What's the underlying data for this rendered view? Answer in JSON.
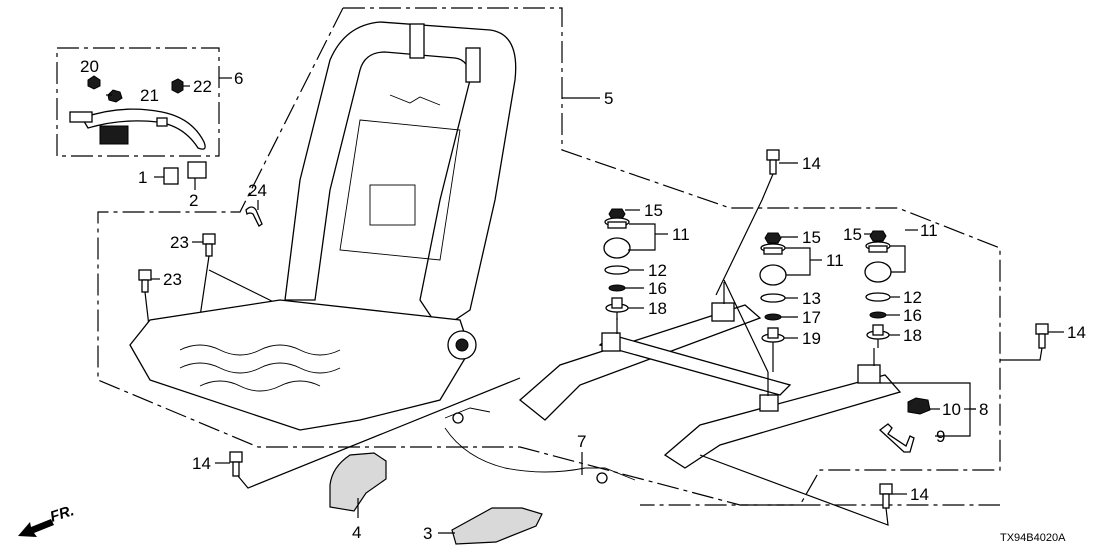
{
  "diagram": {
    "code": "TX94B4020A",
    "direction_label": "FR.",
    "colors": {
      "line": "#000000",
      "background": "#ffffff",
      "part_fill": "#ffffff",
      "shade": "#d9d9d9"
    }
  },
  "callouts": {
    "c1": "1",
    "c2": "2",
    "c3": "3",
    "c4": "4",
    "c5": "5",
    "c6": "6",
    "c7": "7",
    "c8": "8",
    "c9": "9",
    "c10": "10",
    "c11a": "11",
    "c11b": "11",
    "c11c": "11",
    "c12a": "12",
    "c12b": "12",
    "c13": "13",
    "c14a": "14",
    "c14b": "14",
    "c14c": "14",
    "c14d": "14",
    "c15a": "15",
    "c15b": "15",
    "c15c": "15",
    "c16a": "16",
    "c16b": "16",
    "c17": "17",
    "c18a": "18",
    "c18b": "18",
    "c19": "19",
    "c20": "20",
    "c21": "21",
    "c22": "22",
    "c23a": "23",
    "c23b": "23",
    "c24": "24"
  }
}
